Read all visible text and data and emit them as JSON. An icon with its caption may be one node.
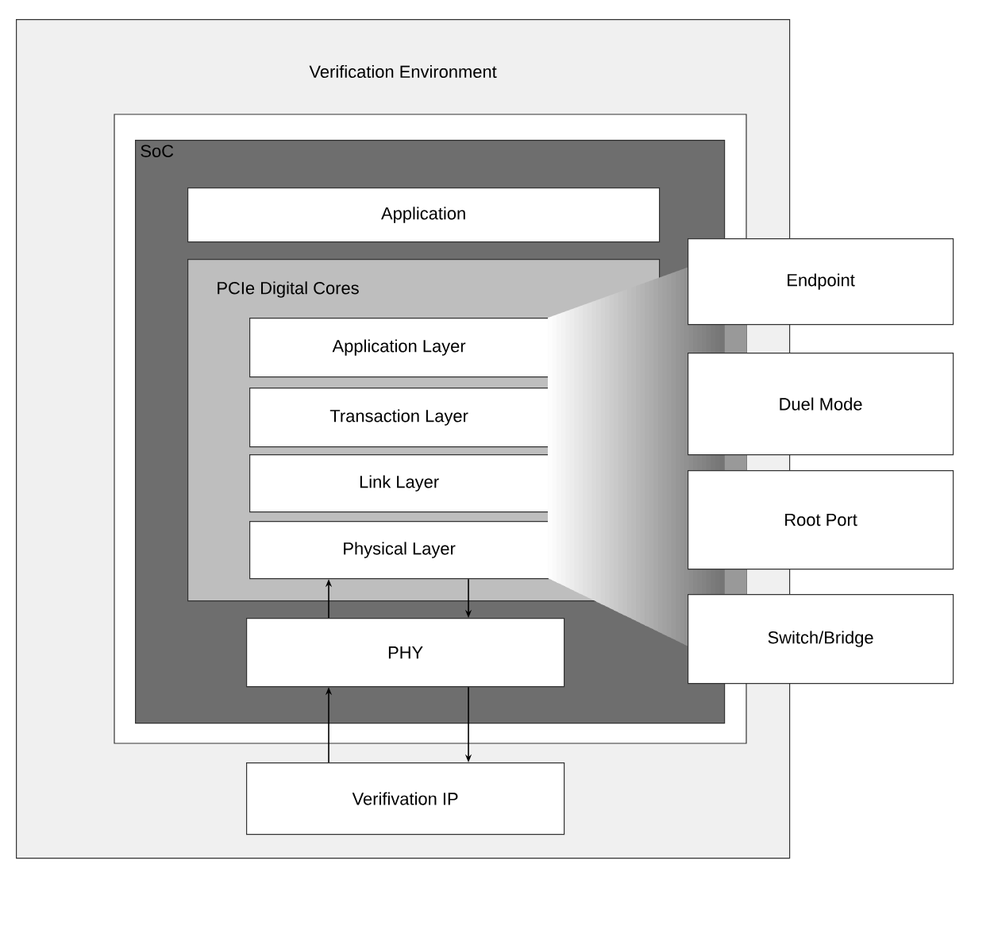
{
  "diagram": {
    "nodes": [
      {
        "text": [
          "Verification Environment"
        ]
      },
      {
        "text": [
          "SoC"
        ],
        "in": 0
      },
      {
        "text": [
          "Application"
        ],
        "in": 1
      },
      {
        "text": [
          "PCIe Digital Cores"
        ],
        "in": 1
      },
      {
        "text": [
          "Application Layer"
        ],
        "in": 3
      },
      {
        "text": [
          "Transaction Layer"
        ],
        "in": 3
      },
      {
        "text": [
          "Link Layer"
        ],
        "in": 3
      },
      {
        "text": [
          "Physical Layer"
        ],
        "in": 3
      },
      {
        "text": [
          "PHY"
        ],
        "in": 1
      },
      {
        "text": [
          "Verifivation IP"
        ],
        "in": 0
      },
      {
        "text": [
          "Endpoint"
        ]
      },
      {
        "text": [
          "Duel Mode"
        ]
      },
      {
        "text": [
          "Root Port"
        ]
      },
      {
        "text": [
          "Switch/Bridge"
        ]
      }
    ],
    "edges": [
      {
        "from": 8,
        "to": 7,
        "arrow": "to"
      },
      {
        "from": 7,
        "to": 8,
        "arrow": "to"
      },
      {
        "from": 9,
        "to": 8,
        "arrow": "to"
      },
      {
        "from": 8,
        "to": 9,
        "arrow": "to"
      }
    ]
  }
}
